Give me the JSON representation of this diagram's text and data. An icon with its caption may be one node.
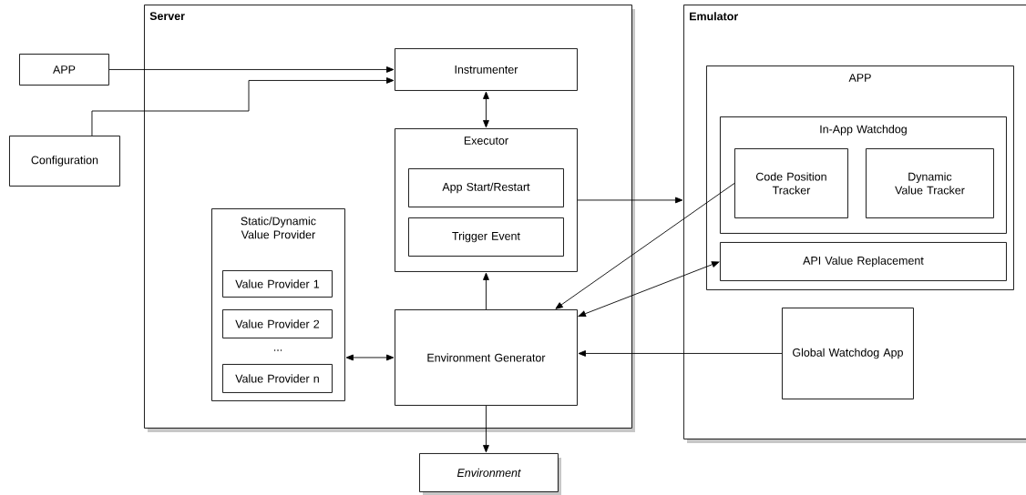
{
  "diagram": {
    "nodes": [
      {
        "text": [
          "APP"
        ]
      },
      {
        "text": [
          "Configuration"
        ]
      },
      {
        "text": [
          "Server"
        ]
      },
      {
        "text": [
          "Instrumenter"
        ],
        "in": 2
      },
      {
        "text": [
          "Executor"
        ],
        "in": 2
      },
      {
        "text": [
          "App Start/Restart"
        ],
        "in": 4
      },
      {
        "text": [
          "Trigger Event"
        ],
        "in": 4
      },
      {
        "text": [
          "Static/Dynamic Value Provider"
        ],
        "in": 2
      },
      {
        "text": [
          "Value Provider 1"
        ],
        "in": 7
      },
      {
        "text": [
          "Value Provider 2"
        ],
        "in": 7
      },
      {
        "text": [
          "Value Provider n"
        ],
        "in": 7
      },
      {
        "text": [
          "Environment Generator"
        ],
        "in": 2
      },
      {
        "text": [
          "Environment"
        ]
      },
      {
        "text": [
          "Emulator"
        ]
      },
      {
        "text": [
          "APP"
        ],
        "in": 13
      },
      {
        "text": [
          "In-App Watchdog"
        ],
        "in": 14
      },
      {
        "text": [
          "Code Position Tracker"
        ],
        "in": 15
      },
      {
        "text": [
          "Dynamic Value Tracker"
        ],
        "in": 15
      },
      {
        "text": [
          "API Value Replacement"
        ],
        "in": 14
      },
      {
        "text": [
          "Global Watchdog App"
        ],
        "in": 13
      }
    ],
    "edges": [
      {
        "from": 0,
        "to": 3,
        "arrow": "to"
      },
      {
        "from": 1,
        "to": 3,
        "arrow": "to"
      },
      {
        "from": 3,
        "to": 4,
        "arrow": "both"
      },
      {
        "from": 4,
        "to": 13,
        "arrow": "to"
      },
      {
        "from": 16,
        "to": 11,
        "arrow": "to"
      },
      {
        "from": 18,
        "to": 11,
        "arrow": "both"
      },
      {
        "from": 11,
        "to": 4,
        "arrow": "to"
      },
      {
        "from": 7,
        "to": 11,
        "arrow": "both"
      },
      {
        "from": 19,
        "to": 11,
        "arrow": "to"
      },
      {
        "from": 11,
        "to": 12,
        "arrow": "to"
      }
    ],
    "labels": [
      "..."
    ]
  }
}
